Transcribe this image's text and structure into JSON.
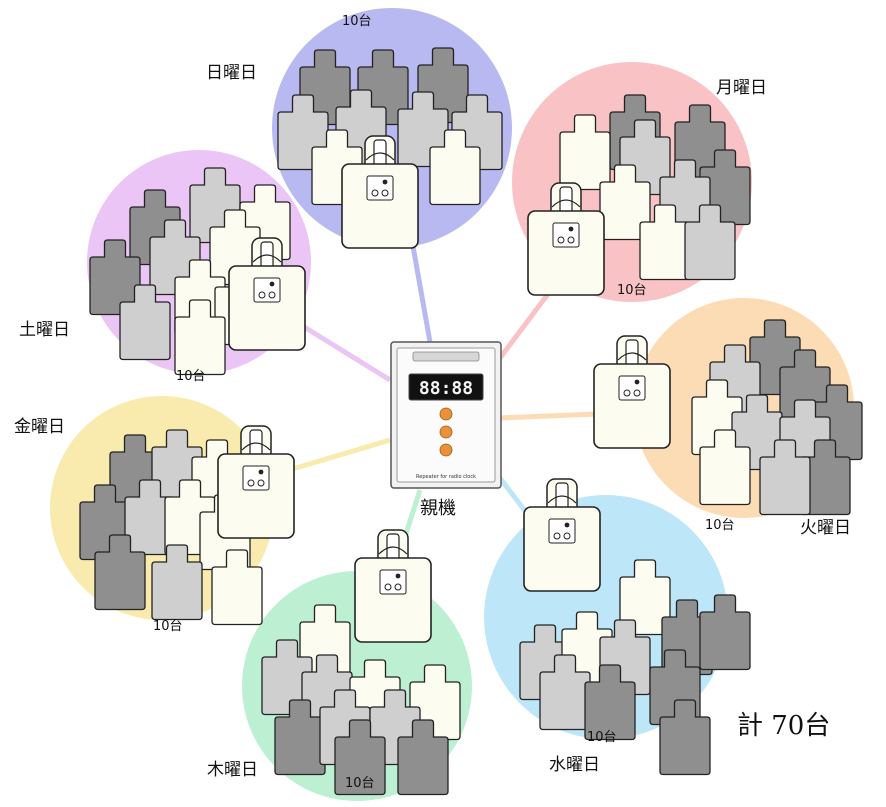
{
  "center": {
    "label": "親機",
    "clock_display": "88:88",
    "caption": "Repeater for radio clock",
    "led_color": "#e8933a"
  },
  "groups": [
    {
      "id": "sun",
      "day": "日曜日",
      "count": "10台",
      "color": "#b9b9f2"
    },
    {
      "id": "mon",
      "day": "月曜日",
      "count": "10台",
      "color": "#f9c3c6"
    },
    {
      "id": "tue",
      "day": "火曜日",
      "count": "10台",
      "color": "#fbdcb5"
    },
    {
      "id": "wed",
      "day": "水曜日",
      "count": "10台",
      "color": "#bde6f8"
    },
    {
      "id": "thu",
      "day": "木曜日",
      "count": "10台",
      "color": "#bdf0d2"
    },
    {
      "id": "fri",
      "day": "金曜日",
      "count": "10台",
      "color": "#f9eaae"
    },
    {
      "id": "sat",
      "day": "土曜日",
      "count": "10台",
      "color": "#ebc5f5"
    }
  ],
  "total": "計 70台",
  "colors": {
    "unit_cream": "#fdfcf0",
    "unit_light": "#cfcfcf",
    "unit_mid": "#b9b9b9",
    "unit_dark": "#8f8f8f",
    "outline": "#222222"
  }
}
